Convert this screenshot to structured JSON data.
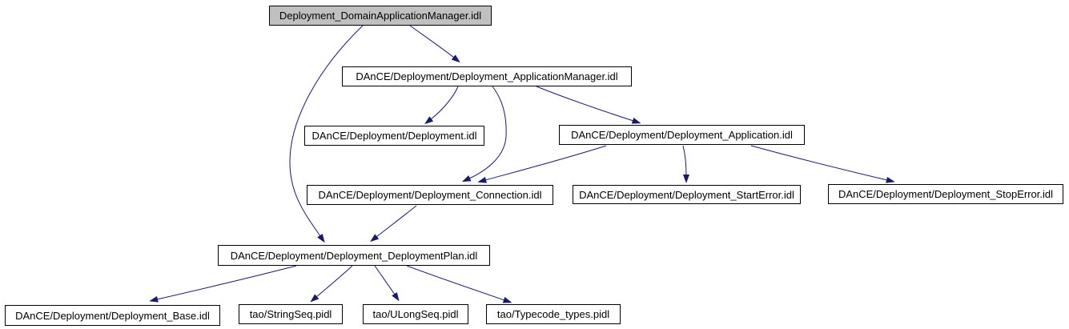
{
  "diagram": {
    "type": "include-dependency-graph",
    "background_color": "#ffffff",
    "edge_color": "#191970",
    "node_border_color": "#000000",
    "node_fill_color": "#ffffff",
    "highlight_fill_color": "#c0c0c0",
    "nodes": [
      {
        "id": "n0",
        "label": "Deployment_DomainApplicationManager.idl",
        "highlighted": true
      },
      {
        "id": "n1",
        "label": "DAnCE/Deployment/Deployment_ApplicationManager.idl",
        "highlighted": false
      },
      {
        "id": "n2",
        "label": "DAnCE/Deployment/Deployment.idl",
        "highlighted": false
      },
      {
        "id": "n3",
        "label": "DAnCE/Deployment/Deployment_Application.idl",
        "highlighted": false
      },
      {
        "id": "n4",
        "label": "DAnCE/Deployment/Deployment_Connection.idl",
        "highlighted": false
      },
      {
        "id": "n5",
        "label": "DAnCE/Deployment/Deployment_StartError.idl",
        "highlighted": false
      },
      {
        "id": "n6",
        "label": "DAnCE/Deployment/Deployment_StopError.idl",
        "highlighted": false
      },
      {
        "id": "n7",
        "label": "DAnCE/Deployment/Deployment_DeploymentPlan.idl",
        "highlighted": false
      },
      {
        "id": "n8",
        "label": "DAnCE/Deployment/Deployment_Base.idl",
        "highlighted": false
      },
      {
        "id": "n9",
        "label": "tao/StringSeq.pidl",
        "highlighted": false
      },
      {
        "id": "n10",
        "label": "tao/ULongSeq.pidl",
        "highlighted": false
      },
      {
        "id": "n11",
        "label": "tao/Typecode_types.pidl",
        "highlighted": false
      }
    ],
    "edges": [
      {
        "from": "n0",
        "to": "n1"
      },
      {
        "from": "n0",
        "to": "n7"
      },
      {
        "from": "n1",
        "to": "n2"
      },
      {
        "from": "n1",
        "to": "n4"
      },
      {
        "from": "n1",
        "to": "n3"
      },
      {
        "from": "n3",
        "to": "n4"
      },
      {
        "from": "n3",
        "to": "n5"
      },
      {
        "from": "n3",
        "to": "n6"
      },
      {
        "from": "n4",
        "to": "n7"
      },
      {
        "from": "n7",
        "to": "n8"
      },
      {
        "from": "n7",
        "to": "n9"
      },
      {
        "from": "n7",
        "to": "n10"
      },
      {
        "from": "n7",
        "to": "n11"
      }
    ]
  }
}
